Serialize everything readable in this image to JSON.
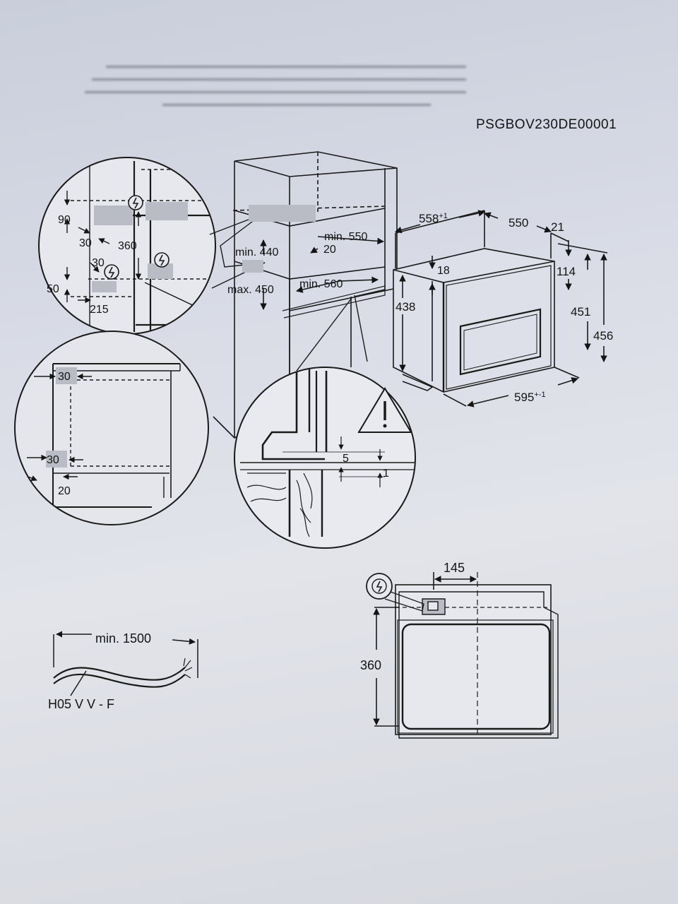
{
  "header": {
    "model_code": "PSGBOV230DE00001"
  },
  "dimensions": {
    "detail_top": {
      "d90": "90",
      "d30a": "30",
      "d360": "360",
      "d30b": "30",
      "d50": "50",
      "d215": "215"
    },
    "cabinet": {
      "min440": "min. 440",
      "max450": "max. 450",
      "min550": "min. 550",
      "d20": "20",
      "min560": "min. 560"
    },
    "oven": {
      "depth_total": "558",
      "depth_total_tol": "+1",
      "depth": "550",
      "front": "21",
      "d18": "18",
      "d114": "114",
      "d438": "438",
      "d451": "451",
      "d456": "456",
      "width": "595",
      "width_tol": "+-1"
    },
    "detail_side": {
      "d30a": "30",
      "d30b": "30",
      "d20": "20"
    },
    "detail_floor": {
      "d5": "5",
      "d1": "1"
    },
    "cable": {
      "length": "min. 1500",
      "type": "H05 V V - F"
    },
    "front_view": {
      "d145": "145",
      "d360": "360"
    }
  },
  "icons": [
    "electric-bolt-icon",
    "warning-triangle-icon"
  ]
}
